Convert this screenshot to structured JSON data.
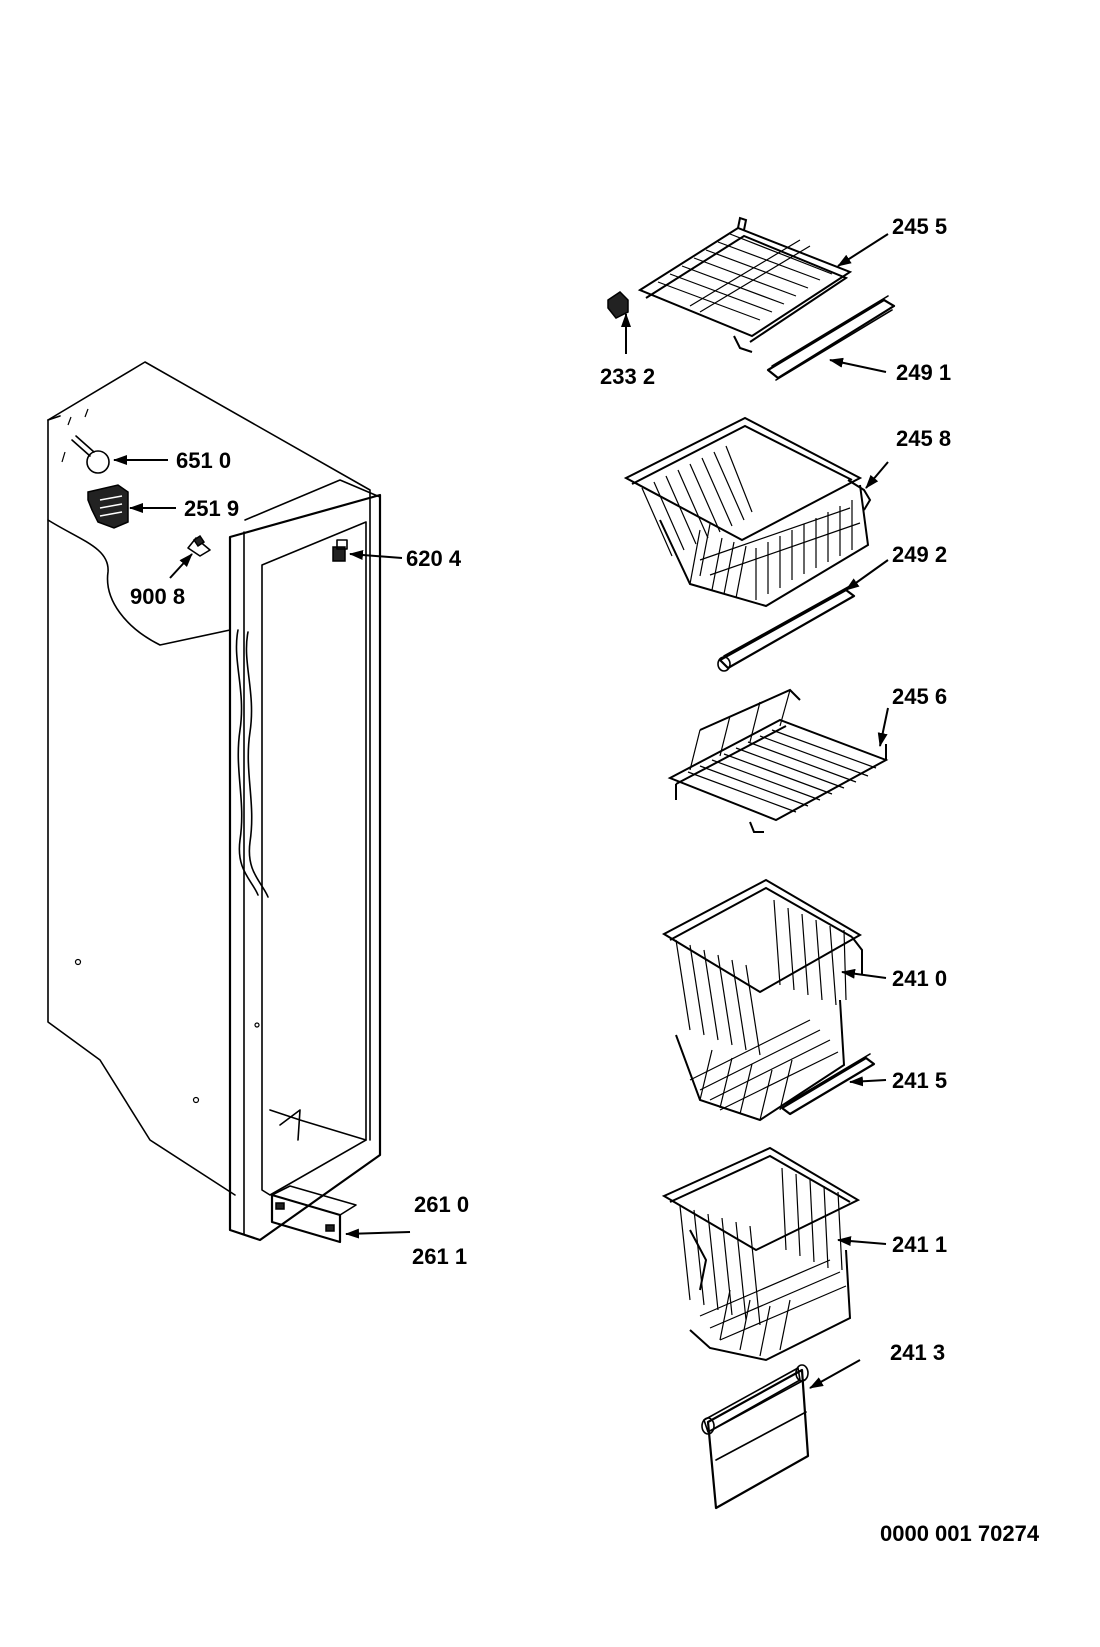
{
  "labels": {
    "p2455": "245 5",
    "p2332": "233 2",
    "p2491": "249 1",
    "p6510": "651 0",
    "p2519": "251 9",
    "p6204": "620 4",
    "p9008": "900 8",
    "p2458": "245 8",
    "p2492": "249 2",
    "p2456": "245 6",
    "p2410": "241 0",
    "p2415": "241 5",
    "p2610": "261 0",
    "p2611": "261 1",
    "p2411": "241 1",
    "p2413": "241 3"
  },
  "drawing_number": "0000 001 70274"
}
